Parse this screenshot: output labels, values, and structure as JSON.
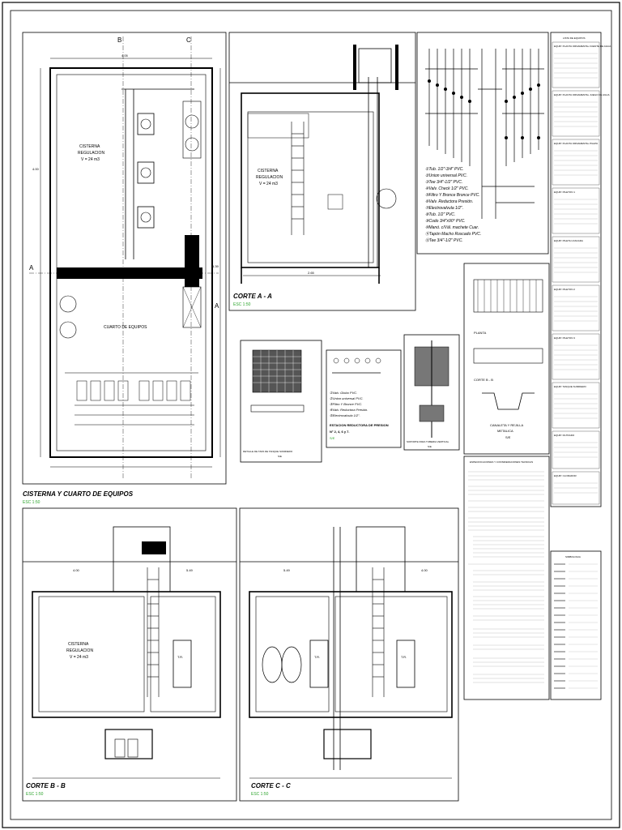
{
  "plan": {
    "cistern_label_1": "CISTERNA",
    "cistern_label_2": "REGULACION",
    "cistern_label_3": "V = 24 m3",
    "equipment_room": "CUARTO DE EQUIPOS",
    "title": "CISTERNA Y CUARTO DE EQUIPOS",
    "scale": "ESC 1:50",
    "section_A": "A",
    "section_B": "B",
    "section_C": "C",
    "dim_top": "4.05",
    "dim_left": "4.00",
    "dim_right": "5.39"
  },
  "section_aa": {
    "title": "CORTE  A - A",
    "scale": "ESC 1:50",
    "cistern_1": "CISTERNA",
    "cistern_2": "REGULACION",
    "cistern_3": "V = 24 m3",
    "dim": "2.65"
  },
  "section_bb": {
    "title": "CORTE  B - B",
    "scale": "ESC 1:50",
    "cistern_1": "CISTERNA",
    "cistern_2": "REGULACION",
    "cistern_3": "V = 24 m3",
    "tank_label": "T.R.",
    "dim_a": "4.00",
    "dim_b": "5.49"
  },
  "section_cc": {
    "title": "CORTE  C - C",
    "scale": "ESC 1:50",
    "tank_label_1": "T.R.",
    "tank_label_2": "T.R.",
    "dim_a": "5.49",
    "dim_b": "4.00"
  },
  "iso_legend": [
    "①Tub. 1/2\"-3/4\" PVC.",
    "②Union universal PVC.",
    "③Tee 3/4\"-1/2\" PVC.",
    "④Valv. Check 1/2\" PVC.",
    "⑤Filtro Y Bronce Bronce PVC.",
    "⑥Valv. Reductora Presión.",
    "⑦Electrovalvula 1/2\".",
    "⑧Tub. 1/2\" PVC.",
    "⑨Codo 3/4\"x90° PVC.",
    "⑩Manó. c/Vál. machete Cuar.",
    "⑪Tapón Macho Roscado PVC.",
    "⑫Tee 3/4\"-1/2\" PVC."
  ],
  "detail_tapa": {
    "title": "DETALLE DE TAPA DE TANQUE SUMIDERO",
    "scale": "S/E"
  },
  "detail_station": {
    "legend": [
      "①Valv. Globo PVC.",
      "②Union universal PVC.",
      "③Filtro Y Bronce PVC.",
      "④Valv. Reductora Presión.",
      "⑤Electrovalvula 1/2\"."
    ],
    "title_1": "ESTACION REDUCTORA DE PRESION",
    "title_2": "N° 2, 4, 6 y 7.",
    "scale": "S/E"
  },
  "detail_soporte": {
    "title": "SOPORTE PARA TUBERIA VERTICAL",
    "scale": "S/E"
  },
  "detail_canaleta": {
    "title_1": "CANALETA Y REJILLA",
    "title_2": "METALICA",
    "scale": "S/E",
    "plan_label": "PLANTA",
    "section_label": "CORTE B - B"
  },
  "specs": {
    "title": "ESPECIFICACIONES Y CONSIDERACIONES TECNICAS"
  },
  "pump_schedule": {
    "heading": "LISTA DE EQUIPOS",
    "blocks": [
      "EQUIP. PLANTA ORNAMENTAL FUENTE DE AGUA",
      "EQUIP. PLANTA ORNAMENTAL JUEGO DE AGUA",
      "EQUIP. PLANTA ORNAMENTAL PILETA",
      "EQUIP. PILETON 1",
      "EQUIP. PILETA CASCADA",
      "EQUIP. PILETON 2",
      "EQUIP. PILETON 3",
      "EQUIP. TANQUE SUMIDERO",
      "EQUIP. FILTRADO",
      "EQUIP. CLORADOR"
    ]
  },
  "symbols": {
    "title": "SIMBOLOGIA"
  }
}
